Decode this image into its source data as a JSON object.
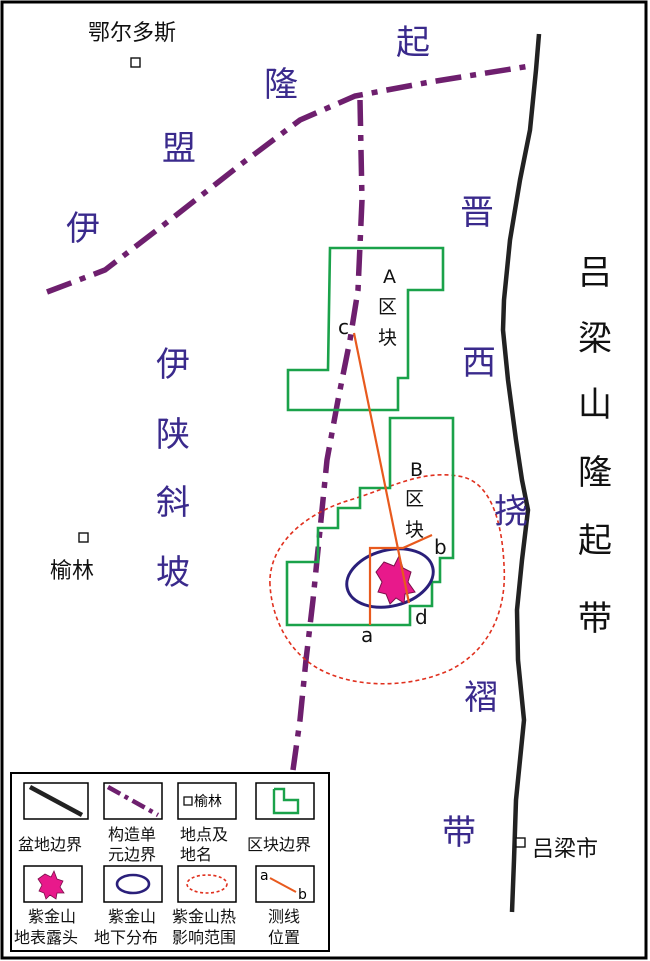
{
  "colors": {
    "frame": "#000000",
    "basin_boundary": "#222222",
    "tectonic_boundary": "#6e1f6e",
    "block_boundary": "#1aa24a",
    "outcrop": "#e8198b",
    "subsurface": "#2a1f7a",
    "heat_range": "#e0301e",
    "survey_line": "#e85a1e",
    "unit_text": "#3a2a8c"
  },
  "units": {
    "ordos_uplift": [
      "伊",
      "盟",
      "隆",
      "起"
    ],
    "yishan_slope": [
      "伊",
      "陕",
      "斜",
      "坡"
    ],
    "jinxi_fold": [
      "晋",
      "西",
      "挠",
      "褶",
      "带"
    ],
    "lvliang_uplift": [
      "吕",
      "梁",
      "山",
      "隆",
      "起",
      "带"
    ]
  },
  "cities": {
    "ordos": "鄂尔多斯",
    "yulin": "榆林",
    "lvliang": "吕梁市"
  },
  "blocks": {
    "a": [
      "A",
      "区",
      "块"
    ],
    "b": [
      "B",
      "区",
      "块"
    ]
  },
  "survey_points": {
    "a": "a",
    "b": "b",
    "c": "c",
    "d": "d"
  },
  "legend": {
    "basin_boundary": [
      "盆地边界"
    ],
    "tectonic_boundary": [
      "构造单",
      "元边界"
    ],
    "place": [
      "地点及",
      "地名"
    ],
    "place_sample": "榆林",
    "block_boundary": [
      "区块边界"
    ],
    "outcrop": [
      "紫金山",
      "地表露头"
    ],
    "subsurface": [
      "紫金山",
      "地下分布"
    ],
    "heat": [
      "紫金山热",
      "影响范围"
    ],
    "survey": [
      "测线",
      "位置"
    ],
    "survey_a": "a",
    "survey_b": "b"
  }
}
